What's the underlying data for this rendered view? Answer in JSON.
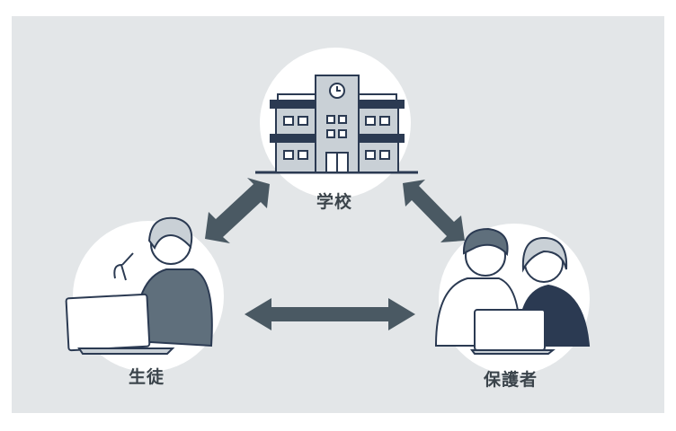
{
  "nodes": {
    "school": {
      "label": "学校"
    },
    "student": {
      "label": "生徒"
    },
    "parents": {
      "label": "保護者"
    }
  },
  "colors": {
    "background": "#e3e6e8",
    "arrow": "#4a5963",
    "navy": "#2b3a52",
    "light": "#c9d0d6"
  }
}
